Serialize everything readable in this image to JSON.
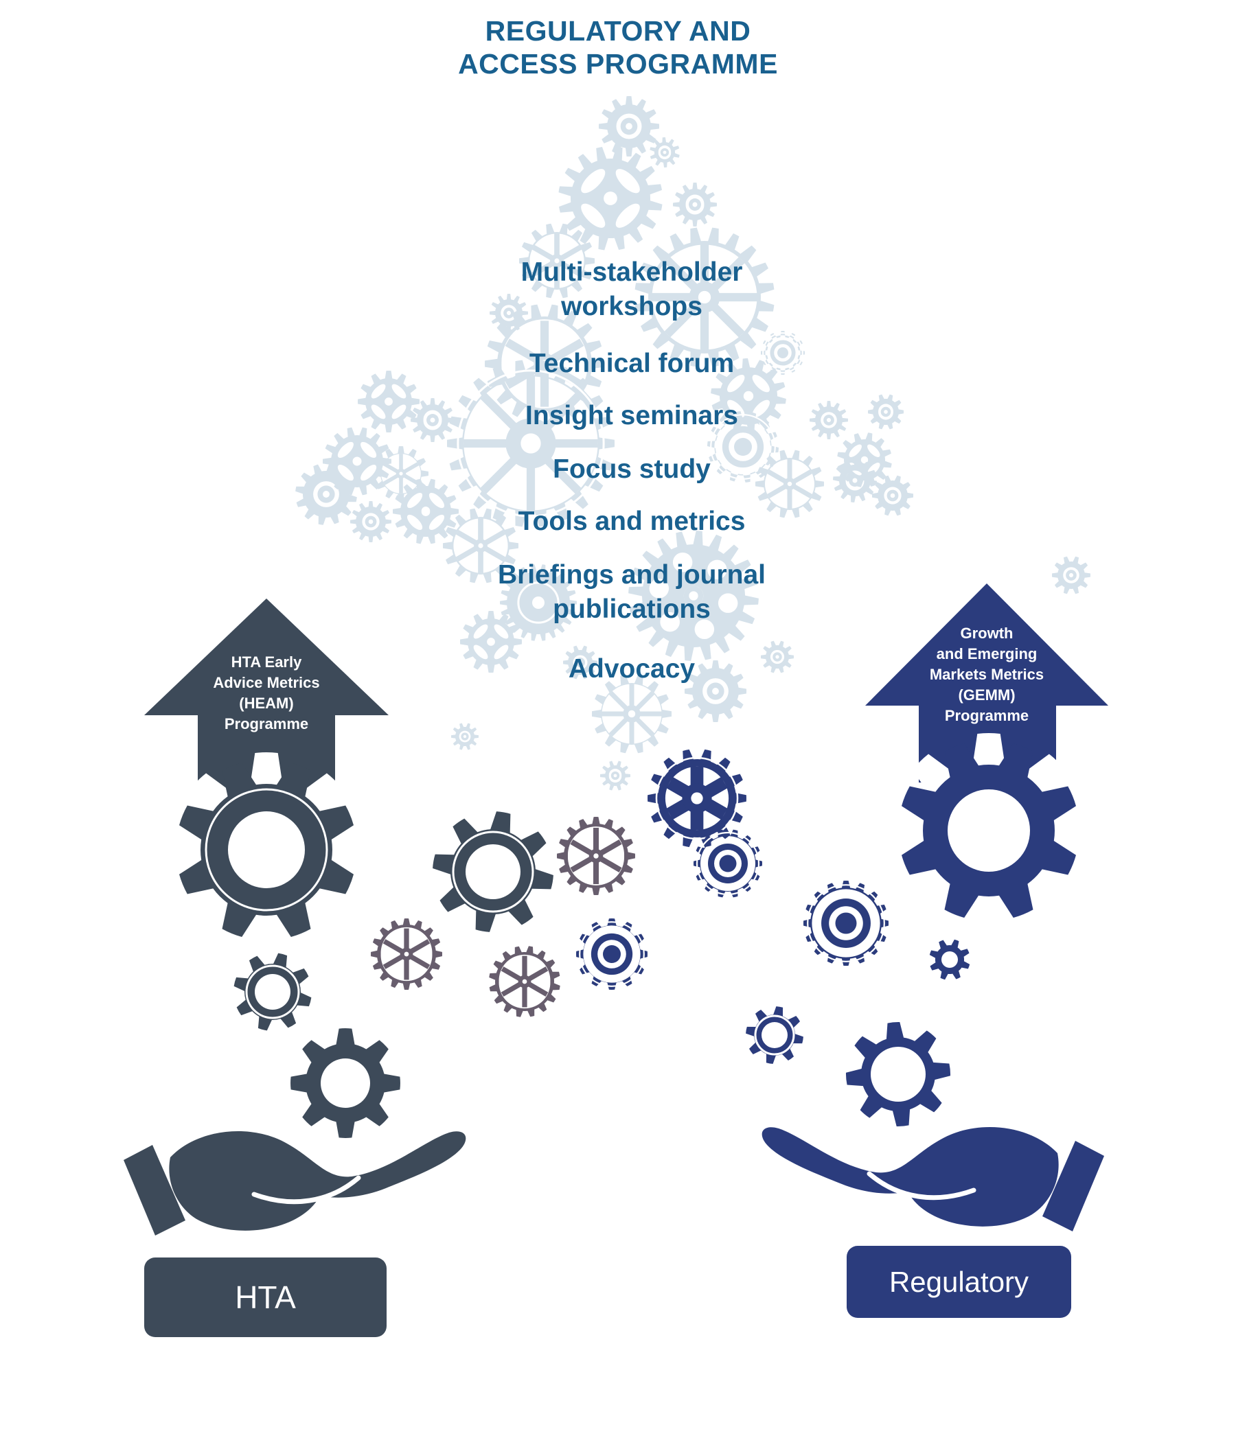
{
  "title": {
    "lines": [
      "REGULATORY AND",
      "ACCESS PROGRAMME"
    ]
  },
  "programme": {
    "items": [
      {
        "lines": [
          "Multi-stakeholder",
          "workshops"
        ]
      },
      {
        "lines": [
          "Technical forum"
        ]
      },
      {
        "lines": [
          "Insight seminars"
        ]
      },
      {
        "lines": [
          "Focus study"
        ]
      },
      {
        "lines": [
          "Tools and metrics"
        ]
      },
      {
        "lines": [
          "Briefings and journal",
          "publications"
        ]
      },
      {
        "lines": [
          "Advocacy"
        ]
      }
    ]
  },
  "heam_arrow": {
    "lines": [
      "HTA Early",
      "Advice Metrics",
      "(HEAM)",
      "Programme"
    ]
  },
  "gemm_arrow": {
    "lines": [
      "Growth",
      "and Emerging",
      "Markets Metrics",
      "(GEMM)",
      "Programme"
    ]
  },
  "hta_label": "HTA",
  "regulatory_label": "Regulatory",
  "colors": {
    "teal_text": "#19608f",
    "light_gear": "#d5e1ea",
    "slate": "#3d4a59",
    "navy": "#2b3c7d",
    "purple_gray": "#675d6d",
    "white": "#ffffff"
  },
  "icons": {
    "background_motif": "gear-icon",
    "left_direction": "up-arrow-icon",
    "right_direction": "up-arrow-icon",
    "left_holder": "hand-icon",
    "right_holder": "hand-icon"
  }
}
